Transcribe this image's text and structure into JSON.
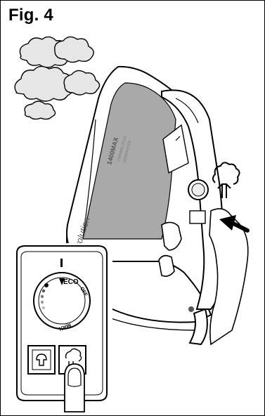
{
  "figure": {
    "label": "Fig. 4"
  },
  "iron": {
    "brand": "evolution",
    "model": "1400MAX",
    "sub_text_1": "CERAMIC PLUS",
    "sub_text_2": "GENERATION"
  },
  "dial": {
    "eco": "ECO",
    "off": "OFF",
    "max": "MAX"
  },
  "icons": [
    "steam-cloud-icon",
    "steam-burst-button-icon",
    "spray-button-icon",
    "press-arrow-icon"
  ],
  "colors": {
    "line": "#000000",
    "soleplate_shade": "#a9a9a9",
    "steam_fill": "#e6e6e6"
  }
}
